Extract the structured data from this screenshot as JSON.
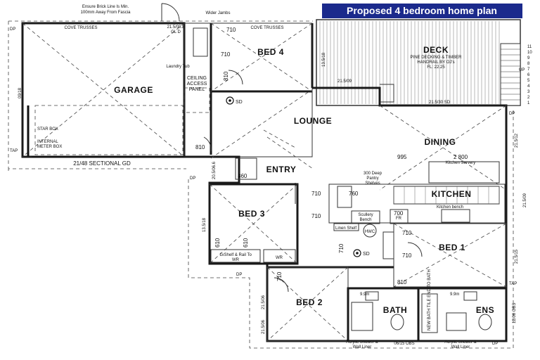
{
  "title": "Proposed 4 bedroom home plan",
  "colors": {
    "title_bg": "#1b2a8c",
    "title_text": "#ffffff",
    "walls": "#1a1a1a"
  },
  "rooms": {
    "garage": "GARAGE",
    "bed4": "BED 4",
    "deck": "DECK",
    "lounge": "LOUNGE",
    "dining": "DINING",
    "entry": "ENTRY",
    "kitchen": "KITCHEN",
    "bed3": "BED 3",
    "bed1": "BED 1",
    "bed2": "BED 2",
    "bath": "BATH",
    "ens": "ENS"
  },
  "notes": {
    "brick_line_1": "Ensure Brick Line Is Min.",
    "brick_line_2": "100mm Away From Fascia",
    "wider_jambs": "Wider Jambs",
    "cove_trusses": "COVE TRUSSES",
    "gl_dim": "21.5/08.8",
    "gl": "GL D",
    "deck_note": "PINE DECKING & TIMBER",
    "handrail": "HANDRAIL BY OJ's",
    "fl": "FL: 22.25",
    "laundry": "Laundry Tub",
    "ceiling_1": "CEILING",
    "ceiling_2": "ACCESS",
    "ceiling_3": "PANEL",
    "sd": "SD",
    "star_box": "STAR BOX",
    "meter_1": "INTERNAL",
    "meter_2": "METER BOX",
    "tap": "TAP",
    "sectional": "21/48 SECTIONAL GD",
    "deck_dim_1": "21.5/09",
    "deck_dim_2": "21.5/30 SD",
    "dp": "DP",
    "pantry_1": "300 Deep",
    "pantry_2": "Pantry",
    "pantry_3": "Shelves",
    "kitchen_servery": "Kitchen Servery",
    "kitchen_bench": "Kitchen bench",
    "scullery_1": "Scullery",
    "scullery_2": "Bench",
    "fr": "FR",
    "hwc": "HWC",
    "linen": "Linen Shelf",
    "wr": "WR",
    "shelf_rail_1": "1xShelf & Rail To",
    "shelf_rail_2": "WR",
    "shower_left_1": "Acrylic Shower &",
    "shower_left_2": "Wall Liner",
    "obs": "06/15 OBS",
    "shower_right_1": "Acrylic Shower &",
    "shower_right_2": "Wall Liner",
    "obs2": "12/06 OBS",
    "bath_note": "NEW BATH TILE END TO BATH",
    "step_label": "UP"
  },
  "dims": {
    "d710": "710",
    "d810": "810",
    "d860": "860",
    "d995": "995",
    "d2800": "2 800",
    "d760": "760",
    "d700": "700",
    "d610": "610",
    "d09_18": "09/18",
    "d21_512": "21.5/12",
    "d21_509": "21.5/09",
    "d21_515": "21.5/15",
    "d21_506": "21.5/06",
    "d13_518": "13.5/18",
    "d13_518b": "13.5/18",
    "d20_506": "20.5/06.6",
    "d09_rail": "9.9m"
  },
  "stairs": [
    "11",
    "10",
    "9",
    "8",
    "7",
    "6",
    "5",
    "4",
    "3",
    "2",
    "1"
  ]
}
